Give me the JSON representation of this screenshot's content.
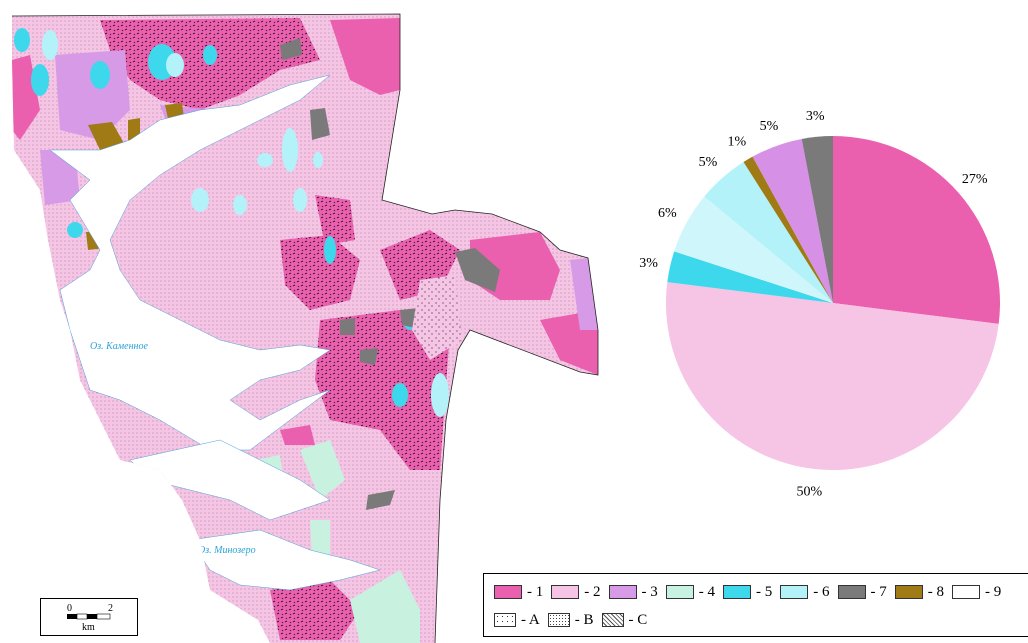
{
  "map": {
    "lake_1": "Оз. Каменное",
    "lake_2": "Оз. Минозеро",
    "colors": {
      "c1": "#ea5fae",
      "c2": "#f6c4e4",
      "c3": "#d69ae6",
      "c4": "#c8f2df",
      "c5": "#3ed8ec",
      "c6": "#b3f2f9",
      "c7": "#7a7a7a",
      "c8": "#a07a14",
      "c9": "#ffffff",
      "water_label": "#2aa3d8"
    }
  },
  "scale_bar": {
    "left_tick": "0",
    "right_tick": "2",
    "unit": "km"
  },
  "chart_data": {
    "type": "pie",
    "slices": [
      {
        "label": "27%",
        "value": 27,
        "color": "#ea5fae"
      },
      {
        "label": "50%",
        "value": 50,
        "color": "#f6c4e4"
      },
      {
        "label": "3%",
        "value": 3,
        "color": "#3ed8ec"
      },
      {
        "label": "6%",
        "value": 6,
        "color": "#cff6fb"
      },
      {
        "label": "5%",
        "value": 5,
        "color": "#b3f2f9"
      },
      {
        "label": "1%",
        "value": 1,
        "color": "#a07a14"
      },
      {
        "label": "5%",
        "value": 5,
        "color": "#d690e6"
      },
      {
        "label": "3%",
        "value": 3,
        "color": "#7a7a7a"
      }
    ]
  },
  "legend": {
    "items": [
      {
        "label": "- 1",
        "color": "#ea5fae"
      },
      {
        "label": "- 2",
        "color": "#f6c4e4"
      },
      {
        "label": "- 3",
        "color": "#d69ae6"
      },
      {
        "label": "- 4",
        "color": "#c8f2df"
      },
      {
        "label": "- 5",
        "color": "#3ed8ec"
      },
      {
        "label": "- 6",
        "color": "#b3f2f9"
      },
      {
        "label": "- 7",
        "color": "#7a7a7a"
      },
      {
        "label": "- 8",
        "color": "#a07a14"
      },
      {
        "label": "- 9",
        "color": "#ffffff"
      }
    ],
    "patterns": [
      {
        "label": "- A",
        "pattern": "sparse-dots"
      },
      {
        "label": "- B",
        "pattern": "fine-dots"
      },
      {
        "label": "- C",
        "pattern": "dashes"
      }
    ]
  }
}
